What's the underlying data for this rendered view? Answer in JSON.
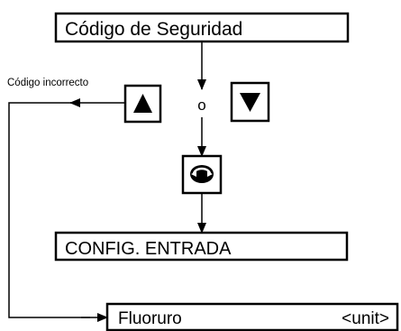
{
  "boxes": {
    "security_code": "Código de Seguridad",
    "config_entry": "CONFIG. ENTRADA",
    "fluoride": "Fluoruro",
    "fluoride_unit": "<unit>"
  },
  "labels": {
    "wrong_code": "Código incorrecto",
    "or": "o"
  },
  "icons": {
    "up": "triangle-up-icon",
    "down": "triangle-down-icon",
    "enter": "enter-cycle-icon"
  },
  "colors": {
    "ink": "#000000",
    "background": "#ffffff"
  }
}
